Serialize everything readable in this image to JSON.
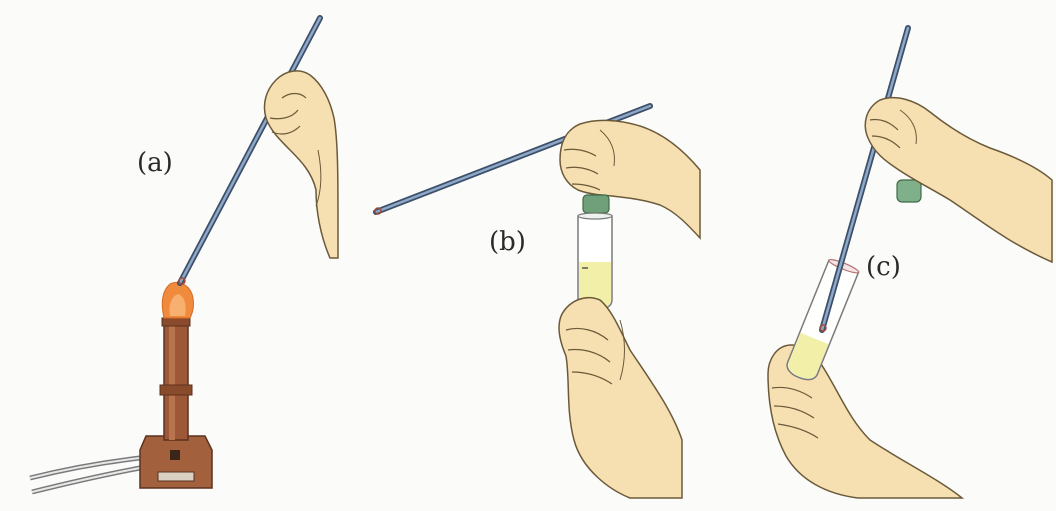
{
  "labels": {
    "a": "(a)",
    "b": "(b)",
    "c": "(c)"
  },
  "colors": {
    "skin": "#f6dfb0",
    "skin_outline": "#6b5a3a",
    "loop": "#6a86a8",
    "burner": "#9a5a3a",
    "flame": "#f08a3c",
    "tube_liquid": "#f2f0a8",
    "stopper": "#6fa07a"
  }
}
